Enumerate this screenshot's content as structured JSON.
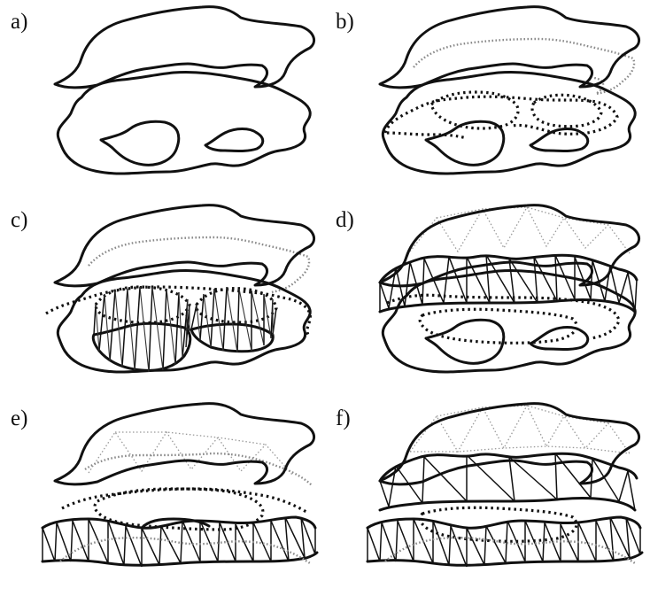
{
  "figure": {
    "panels": [
      {
        "id": "a",
        "label": "a)"
      },
      {
        "id": "b",
        "label": "b)"
      },
      {
        "id": "c",
        "label": "c)"
      },
      {
        "id": "d",
        "label": "d)"
      },
      {
        "id": "e",
        "label": "e)"
      },
      {
        "id": "f",
        "label": "f)"
      }
    ]
  }
}
